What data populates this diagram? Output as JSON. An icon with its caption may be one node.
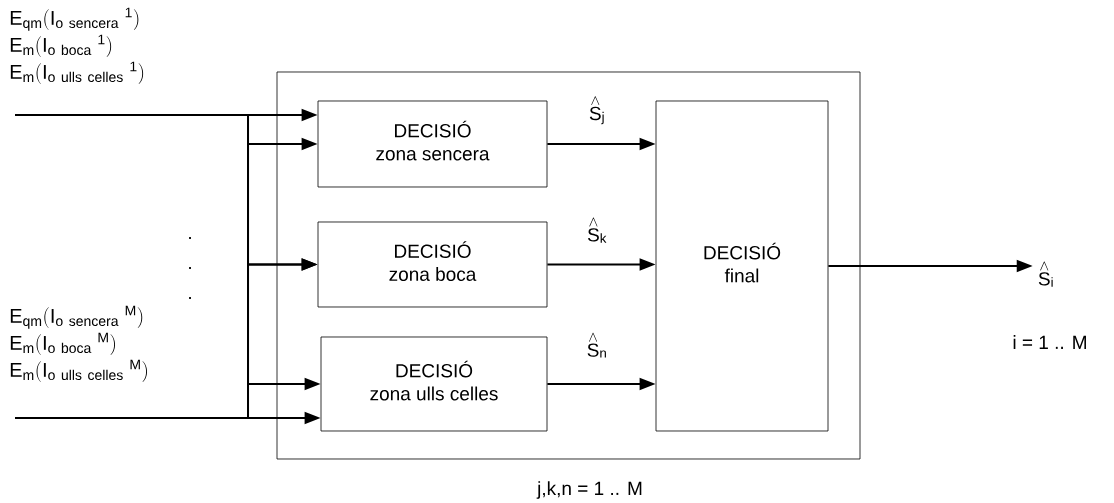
{
  "diagram": {
    "nodes": [
      {
        "text": [],
        "shape": "box",
        "beside": [
          "j,k,n = 1 .. M"
        ]
      },
      {
        "text": [
          "DECISIÓ",
          "zona sencera"
        ],
        "in": 0
      },
      {
        "text": [
          "DECISIÓ",
          "zona boca"
        ],
        "in": 0
      },
      {
        "text": [
          "DECISIÓ",
          "zona ulls celles"
        ],
        "in": 0
      },
      {
        "text": [
          "DECISIÓ",
          "final"
        ],
        "in": 0
      },
      {
        "text": [
          "\\mathrm{E_{qm}(I_{o\\ sencera}{}^{\\ 1})}",
          "\\mathrm{E_{m}(I_{o\\ boca}{}^{\\ 1})}",
          "\\mathrm{E_{m}(I_{o\\ ulls\\ celles}{}^{\\ 1})}"
        ]
      },
      {
        "text": [
          "\\mathrm{E_{qm}(I_{o\\ sencera}{}^{\\ M})}",
          "\\mathrm{E_{m}(I_{o\\ boca}{}^{\\ M})}",
          "\\mathrm{E_{m}(I_{o\\ ulls\\ celles}{}^{\\ M})}"
        ]
      },
      {
        "text": [
          "\\stackrel{\\wedge}{\\mathrm{S}}_{\\mathrm{i}}"
        ],
        "beside": [
          "i = 1 .. M"
        ]
      }
    ],
    "edges": [
      {
        "from": 5,
        "to": 1,
        "arrow": "to"
      },
      {
        "from": 5,
        "to": 2,
        "arrow": "to"
      },
      {
        "from": 5,
        "to": 3,
        "arrow": "to"
      },
      {
        "from": 6,
        "to": 1,
        "arrow": "to"
      },
      {
        "from": 6,
        "to": 2,
        "arrow": "to"
      },
      {
        "from": 6,
        "to": 3,
        "arrow": "to"
      },
      {
        "from": 1,
        "to": 4,
        "arrow": "to",
        "label": "\\stackrel{\\wedge}{\\mathrm{S}}_{\\mathrm{j}}"
      },
      {
        "from": 2,
        "to": 4,
        "arrow": "to",
        "label": "\\stackrel{\\wedge}{\\mathrm{S}}_{\\mathrm{k}}"
      },
      {
        "from": 3,
        "to": 4,
        "arrow": "to",
        "label": "\\stackrel{\\wedge}{\\mathrm{S}}_{\\mathrm{n}}"
      },
      {
        "from": 4,
        "to": 7,
        "arrow": "to"
      }
    ],
    "labels": [
      ".",
      ".",
      "."
    ]
  }
}
